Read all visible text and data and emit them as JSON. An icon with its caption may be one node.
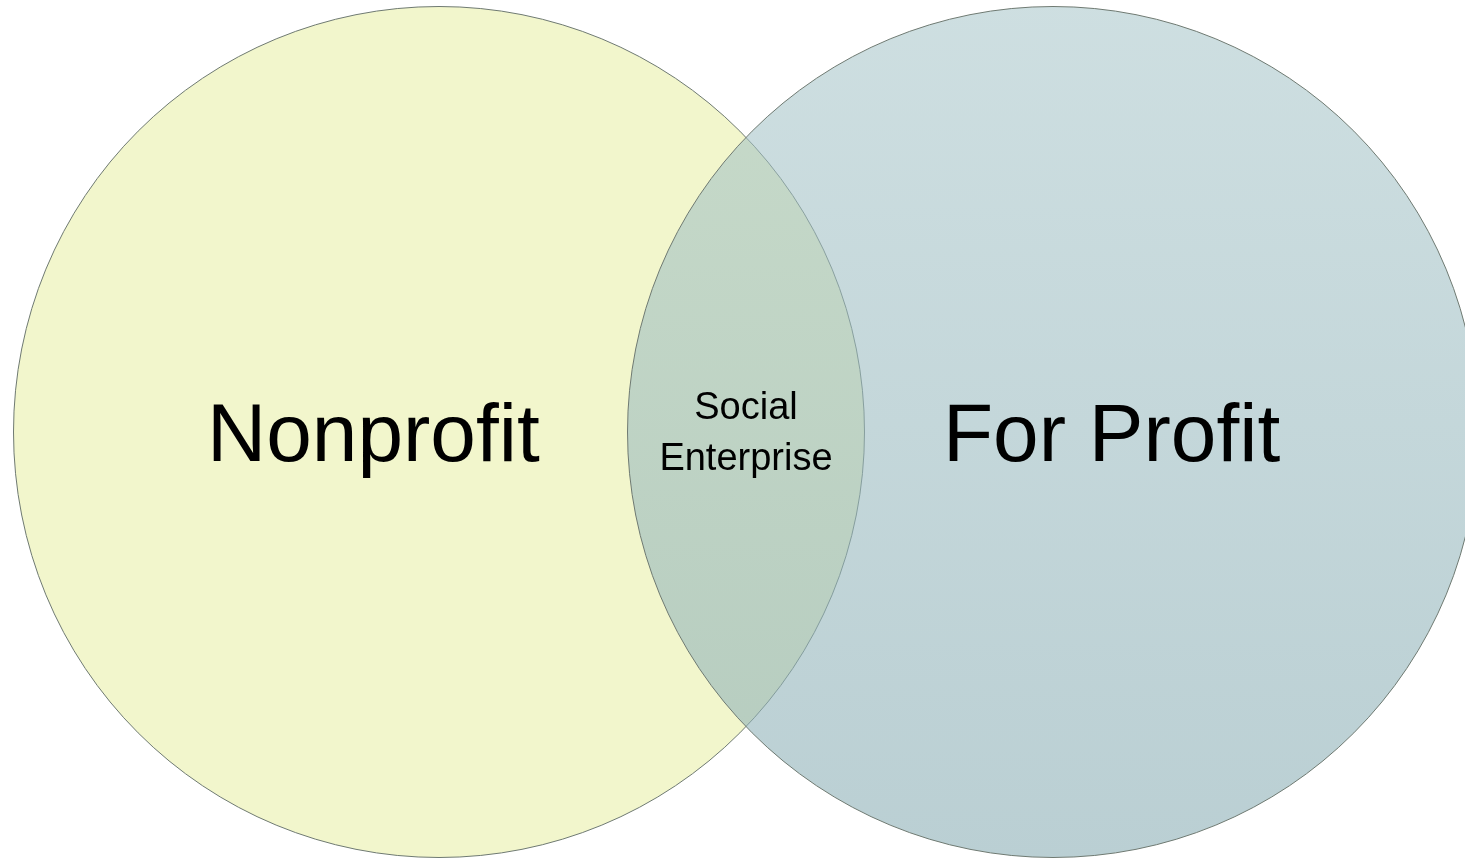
{
  "diagram": {
    "nodes": [
      {
        "text": [
          "Nonprofit"
        ]
      },
      {
        "text": [
          "For Profit"
        ]
      },
      {
        "text": [
          "Social Enterprise"
        ]
      }
    ]
  }
}
